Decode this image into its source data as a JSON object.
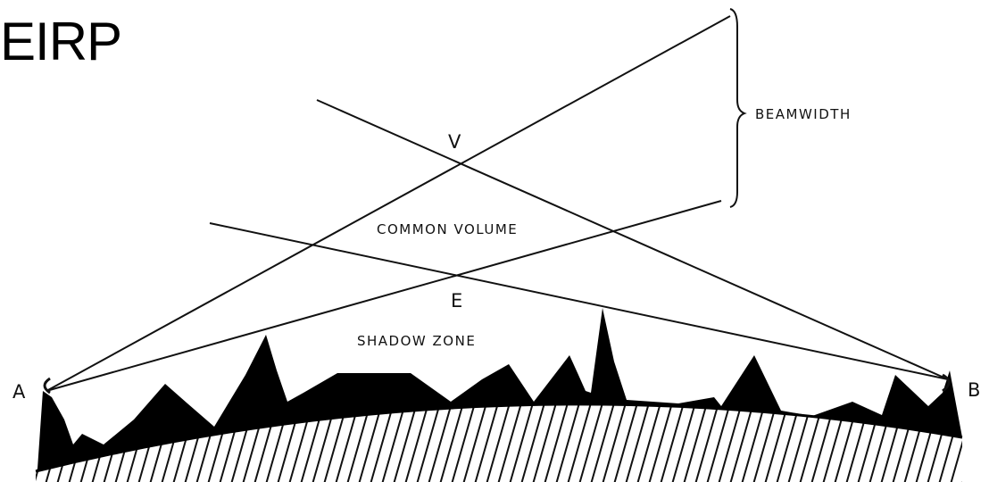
{
  "title": "EIRP",
  "labels": {
    "beamwidth": "BEAMWIDTH",
    "common_volume": "COMMON VOLUME",
    "shadow_zone": "SHADOW ZONE",
    "point_v": "V",
    "point_e": "E",
    "station_a": "A",
    "station_b": "B"
  },
  "colors": {
    "line": "#111111",
    "terrain": "#000000",
    "background": "#ffffff"
  }
}
